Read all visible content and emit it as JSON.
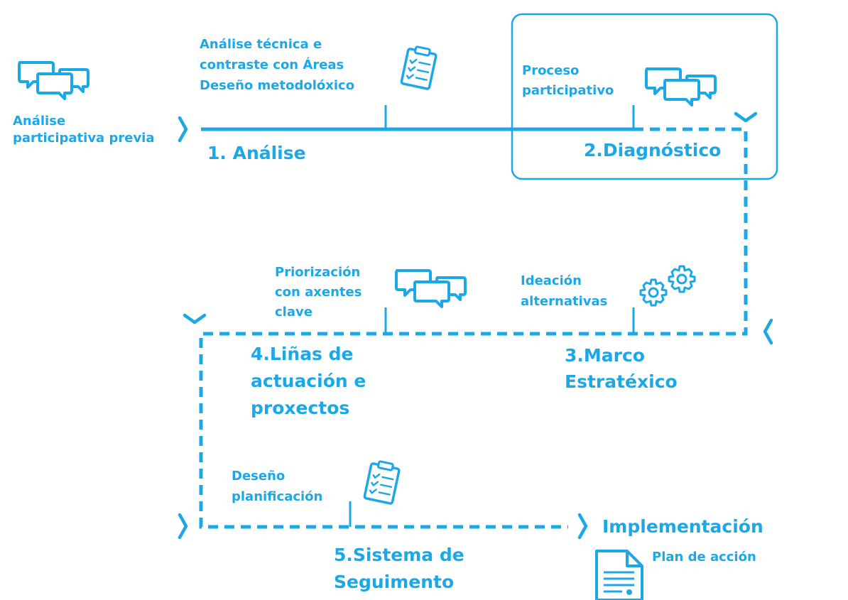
{
  "colors": {
    "accent": "#1ca7e6",
    "background": "#ffffff"
  },
  "icons": [
    "speech-bubbles-icon",
    "clipboard-checklist-icon",
    "gears-icon",
    "document-icon",
    "chevron-icon"
  ],
  "steps": {
    "analise": {
      "title": "1. Análise"
    },
    "diagnostico": {
      "title": "2.Diagnóstico"
    },
    "marco": {
      "title_lines": [
        "3.Marco",
        "Estratéxico"
      ]
    },
    "linas": {
      "title_lines": [
        "4.Liñas de",
        "actuación e",
        "proxectos"
      ]
    },
    "seguimento": {
      "title_lines": [
        "5.Sistema de",
        "Seguimento"
      ]
    },
    "implementacion": {
      "title": "Implementación"
    }
  },
  "labels": {
    "analise_previa": [
      "Análise",
      "participativa previa"
    ],
    "analise_tecnica": [
      "Análise técnica e",
      "contraste con Áreas",
      "Deseño metodolóxico"
    ],
    "proceso_participativo": [
      "Proceso",
      "participativo"
    ],
    "priorizacion": [
      "Priorización",
      "con axentes",
      "clave"
    ],
    "ideacion": [
      "Ideación",
      "alternativas"
    ],
    "deseno_planificacion": [
      "Deseño",
      "planificación"
    ],
    "plan_accion": "Plan de acción"
  }
}
